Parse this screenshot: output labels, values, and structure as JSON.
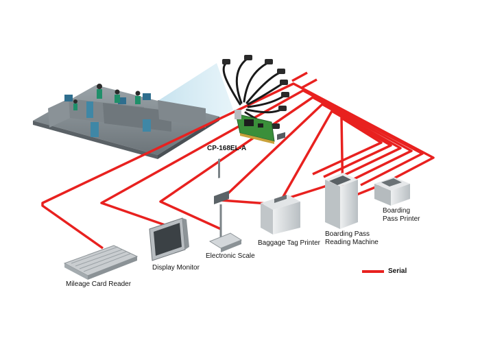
{
  "colors": {
    "serial_line": "#e8211f",
    "device_body": "#d9dde0",
    "device_dark": "#7d848a",
    "card_green": "#3a8f3a"
  },
  "card": {
    "model": "CP-168EL-A"
  },
  "devices": [
    {
      "name": "Mileage Card Reader",
      "icon": "keyboard-icon"
    },
    {
      "name": "Display Monitor",
      "icon": "monitor-icon"
    },
    {
      "name": "Electronic Scale",
      "icon": "scale-icon"
    },
    {
      "name": "Baggage Tag Printer",
      "icon": "printer-icon"
    },
    {
      "name": "Boarding Pass\nReading Machine",
      "icon": "reader-machine-icon"
    },
    {
      "name": "Boarding\nPass Printer",
      "icon": "pass-printer-icon"
    }
  ],
  "legend": {
    "serial_label": "Serial"
  }
}
